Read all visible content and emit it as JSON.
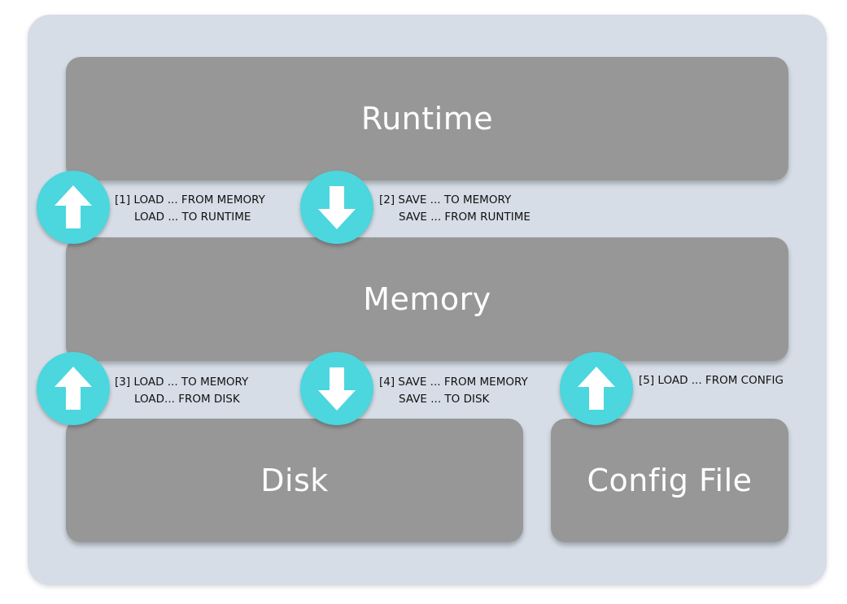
{
  "layers": {
    "runtime": "Runtime",
    "memory": "Memory",
    "disk": "Disk",
    "config": "Config File"
  },
  "steps": [
    {
      "line1": "[1] LOAD ... FROM MEMORY",
      "line2": "LOAD ... TO RUNTIME",
      "direction": "up-arrow-icon"
    },
    {
      "line1": "[2] SAVE ... TO MEMORY",
      "line2": "SAVE ... FROM RUNTIME",
      "direction": "down-arrow-icon"
    },
    {
      "line1": "[3] LOAD ... TO MEMORY",
      "line2": "LOAD... FROM DISK",
      "direction": "up-arrow-icon"
    },
    {
      "line1": "[4] SAVE ... FROM MEMORY",
      "line2": "SAVE ... TO DISK",
      "direction": "down-arrow-icon"
    },
    {
      "line1": "[5] LOAD ... FROM CONFIG",
      "direction": "up-arrow-icon"
    }
  ],
  "colors": {
    "background": "#d6dde6",
    "layer": "#979797",
    "badge": "#4cd6de",
    "text_on_layer": "#ffffff"
  }
}
